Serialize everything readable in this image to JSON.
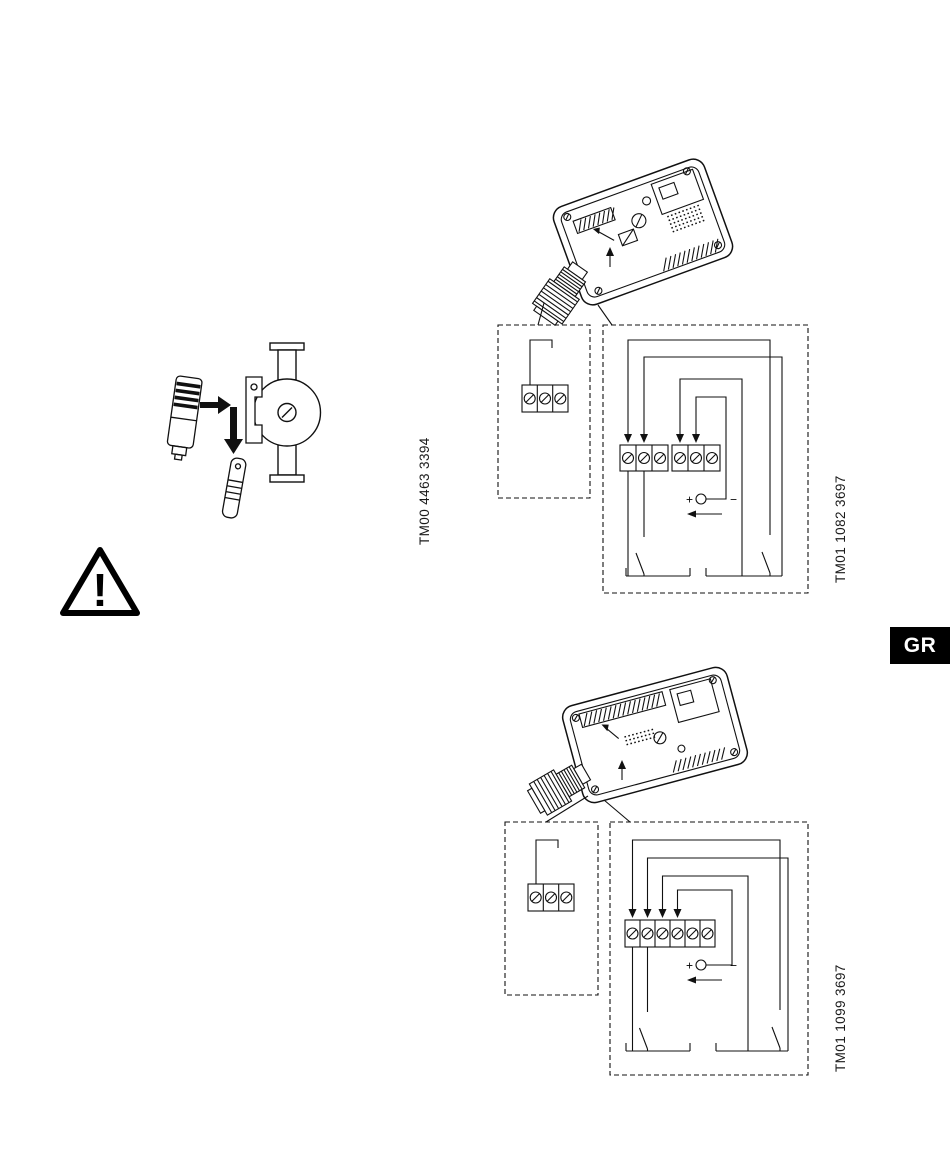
{
  "badges": {
    "language": "GR"
  },
  "warning": {
    "symbol": "!"
  },
  "figure_codes": {
    "pump_figure": "TM00 4463 3394",
    "wiring_top": "TM01 1082 3697",
    "wiring_bottom": "TM01 1099 3697"
  },
  "wiring": {
    "plus": "+",
    "minus": "−"
  }
}
